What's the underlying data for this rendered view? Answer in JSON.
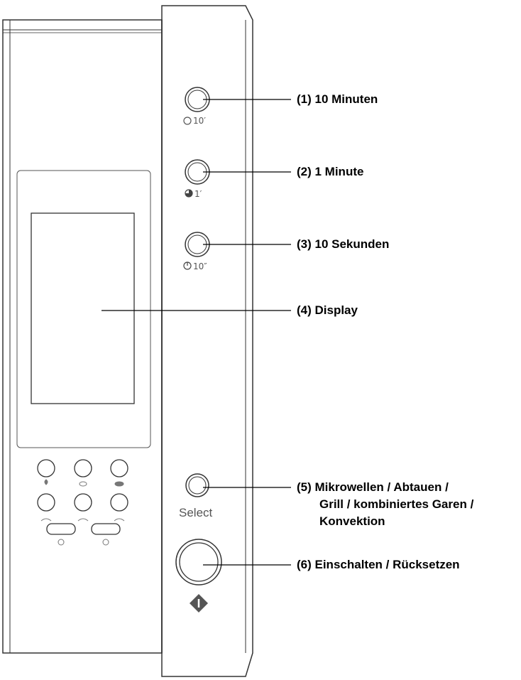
{
  "captions": {
    "btn1": "10′",
    "btn2": "1′",
    "btn3": "10″",
    "select": "Select"
  },
  "labels": {
    "l1": "(1) 10 Minuten",
    "l2": "(2) 1 Minute",
    "l3": "(3) 10 Sekunden",
    "l4": "(4) Display",
    "l5_line1": "(5) Mikrowellen / Abtauen /",
    "l5_line2": "Grill / kombiniertes Garen /",
    "l5_line3": "Konvektion",
    "l6": "(6) Einschalten / Rücksetzen"
  },
  "icons": {
    "btn1": "timer-outline-icon",
    "btn2": "timer-half-icon",
    "btn3": "timer-quarter-icon",
    "start": "start-diamond-icon",
    "left_buttons": [
      "microwave-icon",
      "defrost-icon",
      "grill-icon",
      "combi-icon",
      "convection-icon",
      "oven-icon",
      "clock-icon",
      "settings-icon"
    ]
  }
}
